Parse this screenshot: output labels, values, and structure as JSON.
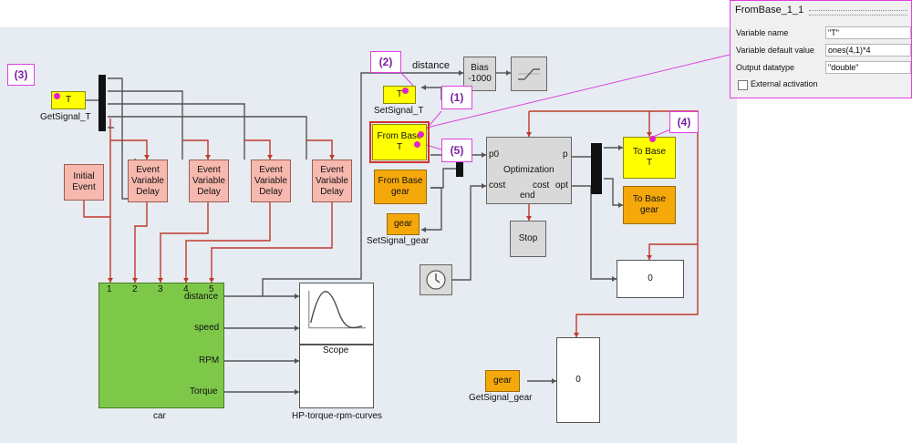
{
  "panel": {
    "title": "FromBase_1_1",
    "fields": [
      {
        "label": "Variable name",
        "value": "\"T\""
      },
      {
        "label": "Variable default value",
        "value": "ones(4,1)*4"
      },
      {
        "label": "Output datatype",
        "value": "\"double\""
      }
    ],
    "checkbox_label": "External activation"
  },
  "callouts": [
    "(1)",
    "(2)",
    "(3)",
    "(4)",
    "(5)"
  ],
  "blocks": {
    "get_signal_t": {
      "text": "T",
      "caption": "GetSignal_T"
    },
    "initial_event": {
      "text": "Initial\nEvent"
    },
    "delays": [
      "Event\nVariable\nDelay",
      "Event\nVariable\nDelay",
      "Event\nVariable\nDelay",
      "Event\nVariable\nDelay"
    ],
    "car": {
      "caption": "car",
      "inputs": [
        "1",
        "2",
        "3",
        "4",
        "5"
      ],
      "outputs": [
        "distance",
        "speed",
        "RPM",
        "Torque"
      ]
    },
    "scope": {
      "caption": "Scope"
    },
    "hp": {
      "caption": "HP-torque-rpm-curves"
    },
    "distance_label": "distance",
    "bias": {
      "text": "Bias\n-1000"
    },
    "set_signal_t": {
      "text": "T",
      "caption": "SetSignal_T"
    },
    "from_base_t": {
      "text": "From Base\nT"
    },
    "from_base_gear": {
      "text": "From Base\ngear"
    },
    "set_signal_gear": {
      "text": "gear",
      "caption": "SetSignal_gear"
    },
    "optimization": {
      "title": "Optimization",
      "p0": "p0",
      "p": "p",
      "cost_in": "cost",
      "cost_out": "cost",
      "opt": "opt",
      "end": "end"
    },
    "stop": {
      "text": "Stop"
    },
    "to_base_t": {
      "text": "To Base\nT"
    },
    "to_base_gear": {
      "text": "To Base\ngear"
    },
    "display_top": {
      "value": "0"
    },
    "display_bottom": {
      "value": "0"
    },
    "get_signal_gear": {
      "text": "gear",
      "caption": "GetSignal_gear"
    }
  },
  "colors": {
    "yellow": "#ffff00",
    "orange": "#f5a80a",
    "pink": "#f7b8ae",
    "green": "#7ec849",
    "wire_red": "#c0392b",
    "wire_grey": "#555555",
    "callout": "#e040e0",
    "canvas": "#e6ecf1"
  },
  "icons": [
    "clock-icon",
    "saturation-icon",
    "scope-curve-icon",
    "checkbox-icon"
  ]
}
